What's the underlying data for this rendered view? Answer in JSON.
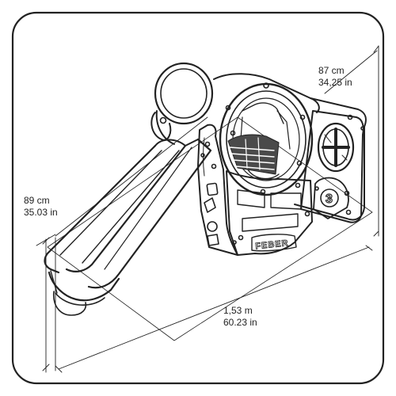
{
  "dimensions": {
    "depth": {
      "metric": "87 cm",
      "imperial": "34,25 in"
    },
    "height": {
      "metric": "89 cm",
      "imperial": "35.03 in"
    },
    "width": {
      "metric": "1,53 m",
      "imperial": "60.23 in"
    }
  },
  "product": {
    "brand_logo_text": "FEBER",
    "panel_number": "3"
  },
  "colors": {
    "stroke": "#222222",
    "fill": "#ffffff",
    "shade": "#4a4a4a"
  }
}
